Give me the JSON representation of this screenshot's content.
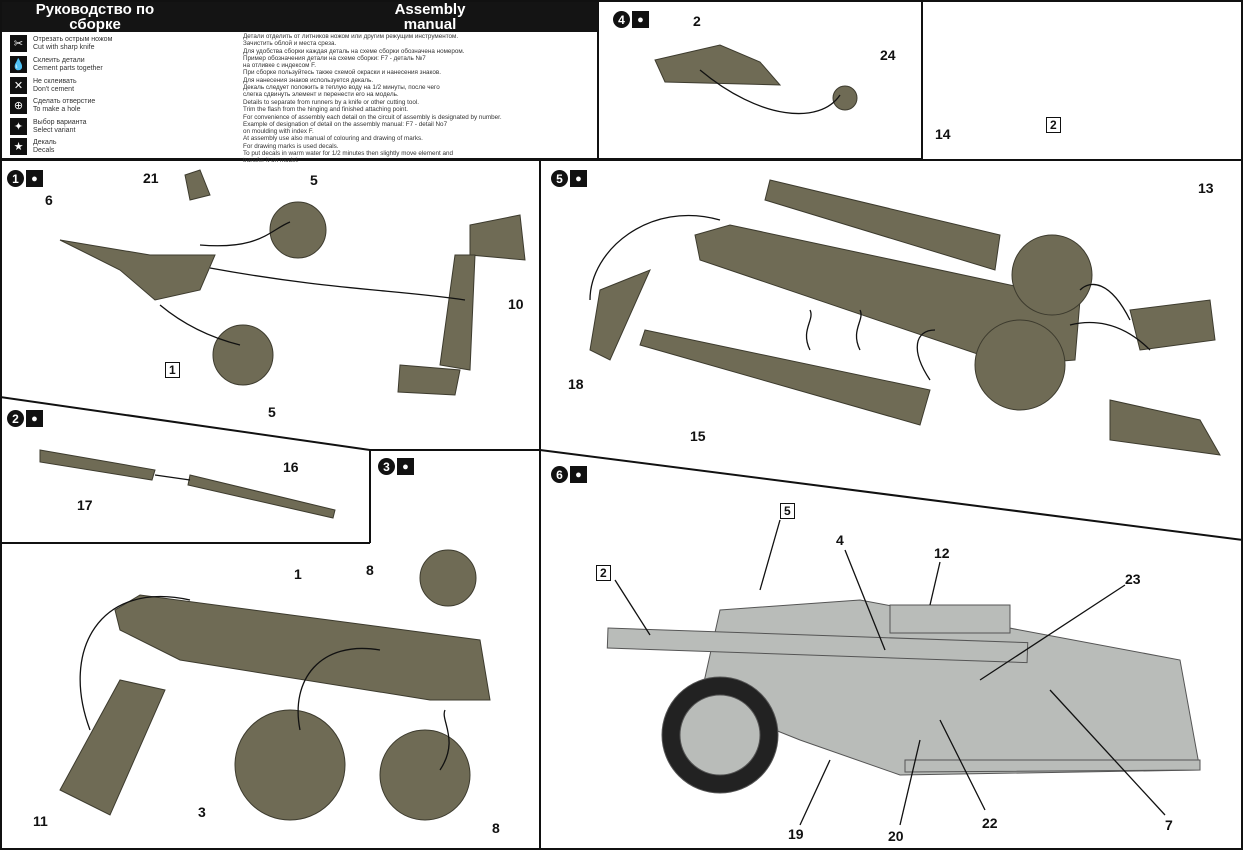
{
  "header": {
    "title_ru": "Руководство по сборке",
    "title_en": "Assembly manual"
  },
  "legend": [
    {
      "icon": "knife-icon",
      "ru": "Отрезать острым ножом",
      "en": "Cut with sharp knife"
    },
    {
      "icon": "glue-drop-icon",
      "ru": "Склеить детали",
      "en": "Cement parts together"
    },
    {
      "icon": "no-glue-icon",
      "ru": "Не склеивать",
      "en": "Don't cement"
    },
    {
      "icon": "drill-hole-icon",
      "ru": "Сделать отверстие",
      "en": "To make a hole"
    },
    {
      "icon": "select-variant-icon",
      "ru": "Выбор варианта",
      "en": "Select variant"
    },
    {
      "icon": "decal-icon",
      "ru": "Декаль",
      "en": "Decals"
    }
  ],
  "instructions_ru": [
    "Детали отделить от литников ножом или другим режущим инструментом.",
    "Зачистить облой и места среза.",
    "Для удобства сборки каждая деталь на схеме сборки обозначена номером.",
    "Пример обозначения детали на схеме сборки: F7 - деталь №7",
    "на отливке с индексом F.",
    "При сборке пользуйтесь также схемой окраски и нанесения знаков.",
    "Для нанесения знаков используется декаль.",
    "Декаль следует положить в теплую воду на 1/2 минуты, после чего",
    "слегка сдвинуть элемент и перенести его на модель."
  ],
  "instructions_en": [
    "Details to separate from runners by a knife or other cutting tool.",
    "Trim the flash from the hinging and finished attaching point.",
    "For convenience of assembly each detail on the circuit of assembly is designated by number.",
    "Example of designation of detail on the assembly manual: F7 - detail No7",
    "on moulding with index F.",
    "At assembly use also manual of colouring and drawing of marks.",
    "For drawing marks is used decals.",
    "To put decals in warm water for 1/2 minutes then slightly move element and",
    "transfer it on model."
  ],
  "steps": [
    {
      "number": "1",
      "parts": [
        "21",
        "5",
        "6",
        "10",
        "5"
      ],
      "subassembly": "1"
    },
    {
      "number": "2",
      "parts": [
        "16",
        "17"
      ]
    },
    {
      "number": "3",
      "parts": [
        "8",
        "1",
        "11",
        "3",
        "8"
      ]
    },
    {
      "number": "4",
      "parts": [
        "2",
        "24"
      ]
    },
    {
      "number": "5",
      "parts": [
        "14",
        "13",
        "18",
        "15"
      ],
      "subassembly": "2"
    },
    {
      "number": "6",
      "parts": [
        "4",
        "12",
        "23",
        "19",
        "20",
        "22",
        "7"
      ],
      "subassemblies": [
        "5",
        "2"
      ]
    }
  ],
  "colors": {
    "part": "#6f6b55",
    "part_light": "#b9bcb9",
    "ink": "#111111"
  }
}
